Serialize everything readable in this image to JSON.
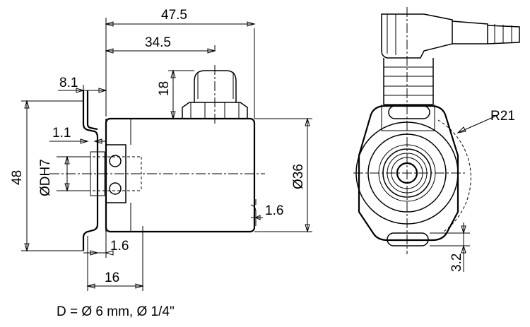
{
  "dimensions": {
    "overall_length": "47.5",
    "connector_offset": "34.5",
    "flange_offset": "8.1",
    "connector_height": "18",
    "flange_thickness_top": "1.1",
    "shaft_diameter": "ØDH7",
    "flange_height": "48",
    "body_diameter": "Ø36",
    "body_gap": "1.6",
    "flange_thickness_bottom": "1.6",
    "flange_depth": "16",
    "bend_radius": "R21",
    "slot_width": "3.2"
  },
  "note": "D = Ø 6 mm, Ø 1/4\""
}
